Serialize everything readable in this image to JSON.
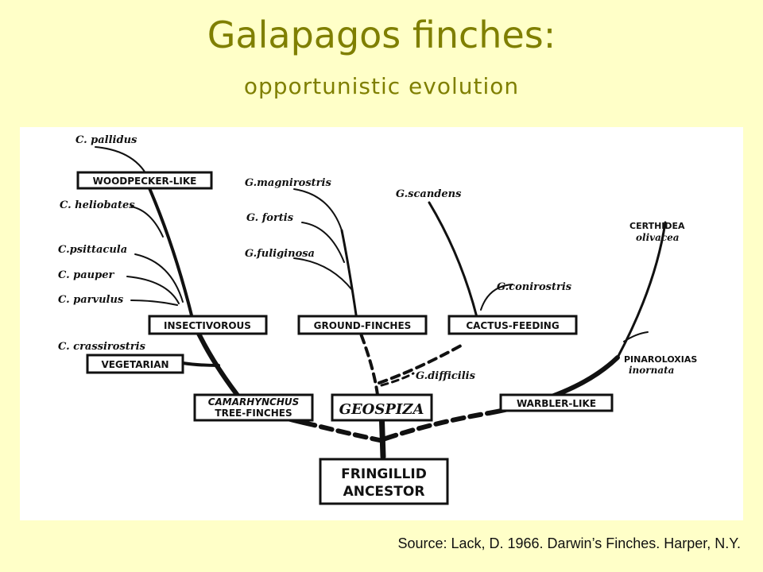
{
  "title": "Galapagos finches:",
  "subtitle": "opportunistic evolution",
  "diagram": {
    "root": "FRINGILLID ANCESTOR",
    "root_lines": [
      "FRINGILLID",
      "ANCESTOR"
    ],
    "groups": {
      "geospiza": "GEOSPIZA",
      "camarhynchus_lines": [
        "CAMARHYNCHUS",
        "TREE-FINCHES"
      ],
      "warbler": "WARBLER-LIKE",
      "vegetarian": "VEGETARIAN",
      "insectivorous": "INSECTIVOROUS",
      "woodpecker": "WOODPECKER-LIKE",
      "ground": "GROUND-FINCHES",
      "cactus": "CACTUS-FEEDING"
    },
    "species": {
      "c_pallidus": "C. pallidus",
      "c_heliobates": "C. heliobates",
      "c_psittacula": "C.psittacula",
      "c_pauper": "C. pauper",
      "c_parvulus": "C. parvulus",
      "c_crassirostris": "C. crassirostris",
      "g_magnirostris": "G.magnirostris",
      "g_fortis": "G. fortis",
      "g_fuliginosa": "G.fuliginosa",
      "g_scandens": "G.scandens",
      "g_conirostris": "G.conirostris",
      "g_difficilis": "G.difficilis",
      "certhidea_1": "CERTHIDEA",
      "certhidea_2": "olivacea",
      "pinaroloxias_1": "PINAROLOXIAS",
      "pinaroloxias_2": "inornata"
    }
  },
  "source": "Source: Lack, D.  1966.  Darwin’s Finches.  Harper, N.Y."
}
